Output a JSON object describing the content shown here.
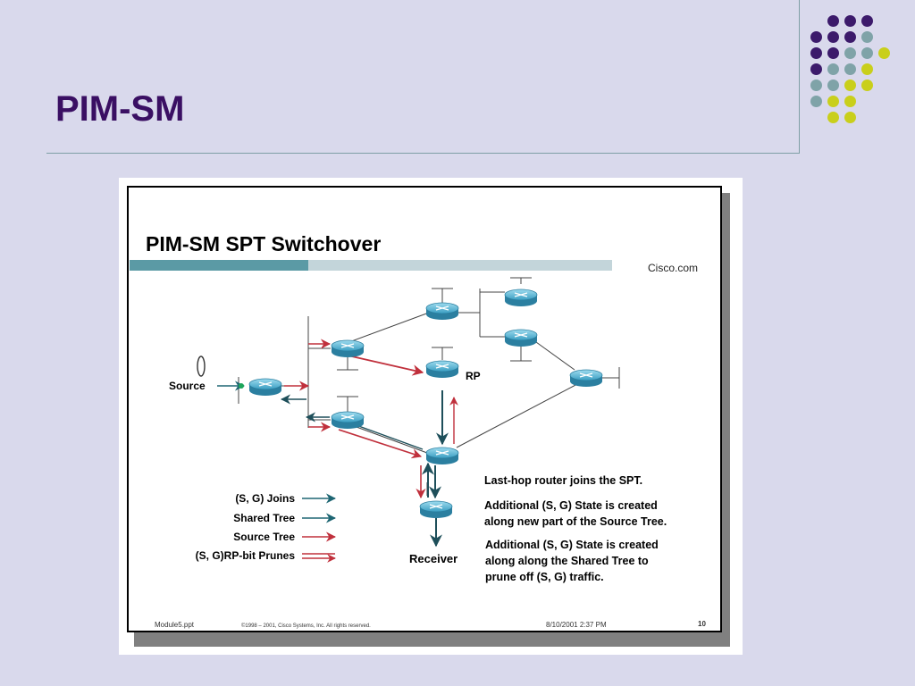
{
  "slide": {
    "title": "PIM-SM"
  },
  "decor": {
    "dot_colors": {
      "purple": "#3c1a6b",
      "teal": "#7fa3a8",
      "yellow": "#c9cf1b"
    }
  },
  "figure": {
    "title": "PIM-SM SPT Switchover",
    "brand": "Cisco.com",
    "nodes": {
      "source": "Source",
      "rp": "RP",
      "receiver": "Receiver"
    },
    "legend": [
      {
        "label": "(S, G) Joins",
        "color": "#1e6673"
      },
      {
        "label": "Shared Tree",
        "color": "#1e6673"
      },
      {
        "label": "Source Tree",
        "color": "#c0303c"
      },
      {
        "label": "(S, G)RP-bit Prunes",
        "color": "#c0303c"
      }
    ],
    "notes": [
      "Last-hop router joins the SPT.",
      "Additional (S, G) State is created",
      "along new part of the Source Tree.",
      "Additional (S, G) State is created",
      "along along the Shared Tree to",
      "prune off (S, G) traffic."
    ],
    "footer": {
      "file": "Module5.ppt",
      "copyright": "©1998 – 2001, Cisco Systems, Inc. All rights reserved.",
      "date": "8/10/2001 2:37 PM",
      "page": "10"
    }
  }
}
